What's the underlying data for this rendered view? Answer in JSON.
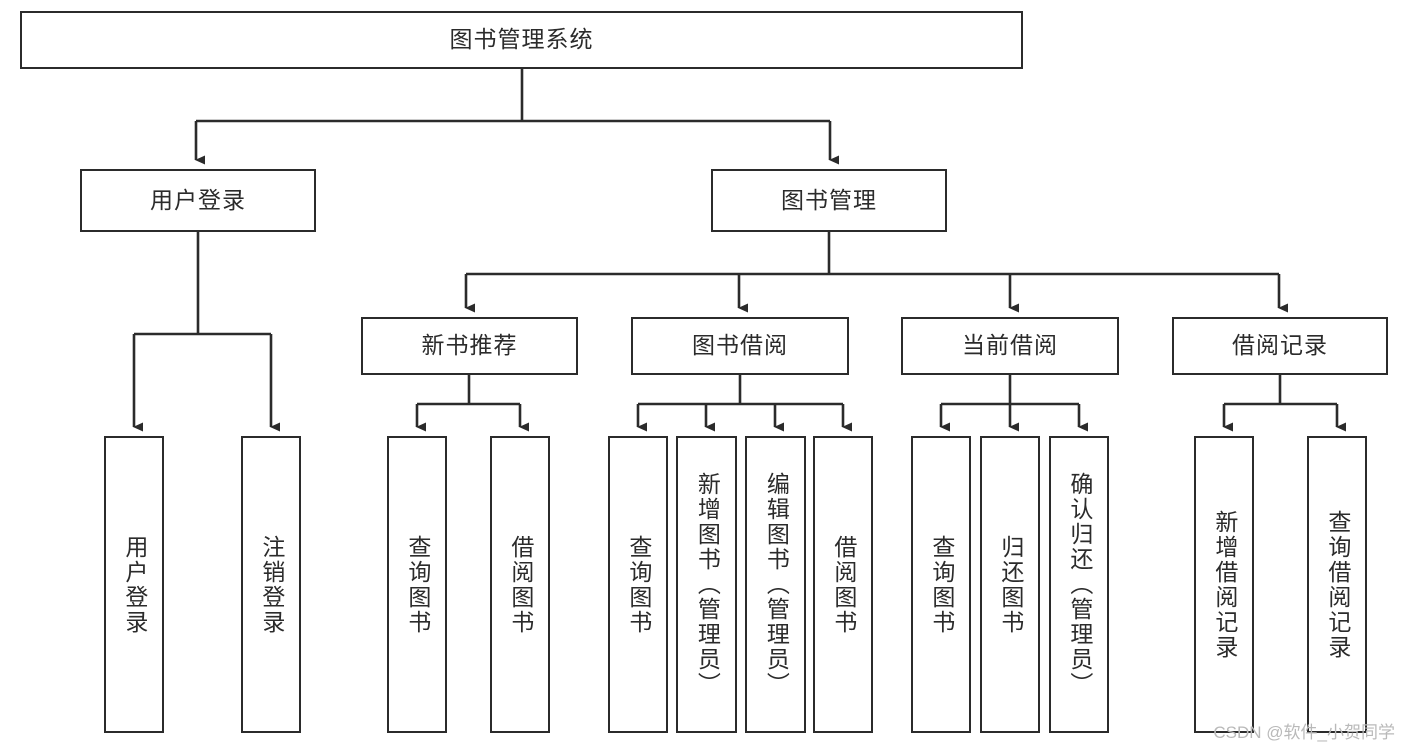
{
  "diagram": {
    "title": "图书管理系统",
    "type": "tree-structure-chart",
    "root": {
      "label": "图书管理系统"
    },
    "level2": [
      {
        "label": "用户登录"
      },
      {
        "label": "图书管理"
      }
    ],
    "level3": [
      {
        "label": "新书推荐"
      },
      {
        "label": "图书借阅"
      },
      {
        "label": "当前借阅"
      },
      {
        "label": "借阅记录"
      }
    ],
    "leaves": {
      "user_login": [
        {
          "label": "用户登录"
        },
        {
          "label": "注销登录"
        }
      ],
      "new_book_recommend": [
        {
          "label": "查询图书"
        },
        {
          "label": "借阅图书"
        }
      ],
      "book_borrow": [
        {
          "label": "查询图书"
        },
        {
          "label": "新增图书（管理员）"
        },
        {
          "label": "编辑图书（管理员）"
        },
        {
          "label": "借阅图书"
        }
      ],
      "current_borrow": [
        {
          "label": "查询图书"
        },
        {
          "label": "归还图书"
        },
        {
          "label": "确认归还（管理员）"
        }
      ],
      "borrow_record": [
        {
          "label": "新增借阅记录"
        },
        {
          "label": "查询借阅记录"
        }
      ]
    },
    "watermark": "CSDN @软件_小贺同学",
    "colors": {
      "stroke": "#2b2b2b",
      "fill": "#ffffff",
      "text": "#2b2b2b",
      "watermark": "#b9b9b9"
    }
  }
}
